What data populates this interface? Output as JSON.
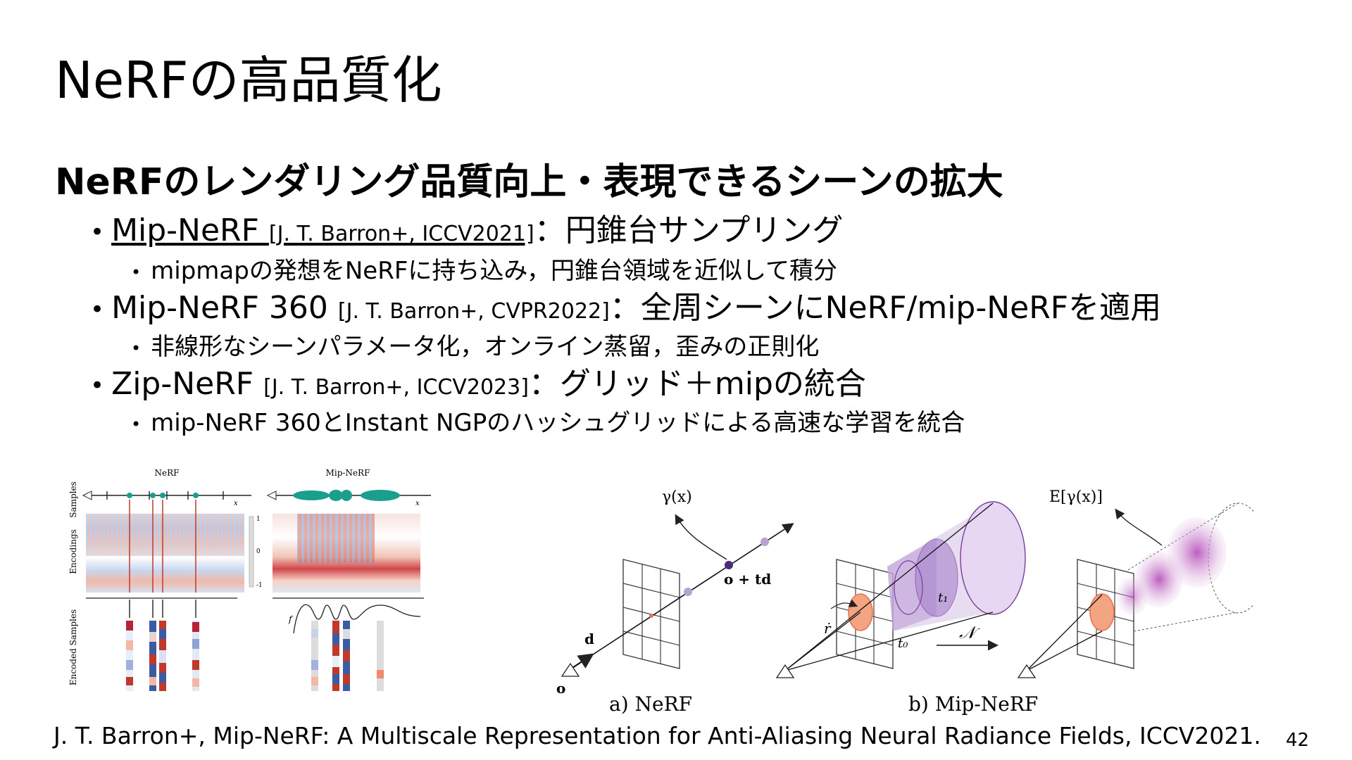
{
  "slide": {
    "title": "NeRFの高品質化",
    "heading": "NeRFのレンダリング品質向上・表現できるシーンの拡大",
    "bullets": [
      {
        "name": "Mip-NeRF",
        "ref": "[J. T. Barron+, ICCV2021]",
        "desc": "：円錐台サンプリング",
        "sub": "mipmapの発想をNeRFに持ち込み，円錐台領域を近似して積分"
      },
      {
        "name": "Mip-NeRF 360",
        "ref": "[J. T. Barron+, CVPR2022]",
        "desc": "：全周シーンにNeRF/mip-NeRFを適用",
        "sub": "非線形なシーンパラメータ化，オンライン蒸留，歪みの正則化"
      },
      {
        "name": "Zip-NeRF",
        "ref": "[J. T. Barron+, ICCV2023]",
        "desc": "：グリッド＋mipの統合",
        "sub": "mip-NeRF 360とInstant NGPのハッシュグリッドによる高速な学習を統合"
      }
    ],
    "bullet_symbol": "•",
    "citation": "J. T. Barron+, Mip-NeRF: A Multiscale Representation for Anti-Aliasing Neural Radiance Fields, ICCV2021.",
    "page_number": "42"
  },
  "figure_left": {
    "panel_nerf_title": "NeRF",
    "panel_mip_title": "Mip-NeRF",
    "row_samples": "Samples",
    "row_encodings": "Encodings",
    "row_encoded": "Encoded Samples",
    "axis_x": "x",
    "scale_ticks": [
      "1",
      "0",
      "-1"
    ],
    "curve_label": "f"
  },
  "figure_right": {
    "nerf_caption": "a) NeRF",
    "mip_caption": "b) Mip-NeRF",
    "gamma_x": "γ(x)",
    "e_gamma_x": "E[γ(x)]",
    "o_plus_td": "o + td",
    "d": "d",
    "o": "o",
    "r_dot": "ṙ",
    "t0": "t₀",
    "t1": "t₁",
    "normal": "𝒩"
  },
  "colors": {
    "teal": "#1a9e8e",
    "purple": "#7a3ea0",
    "orange": "#e8734e",
    "red": "#c0392b",
    "blue": "#3b5ba5"
  }
}
